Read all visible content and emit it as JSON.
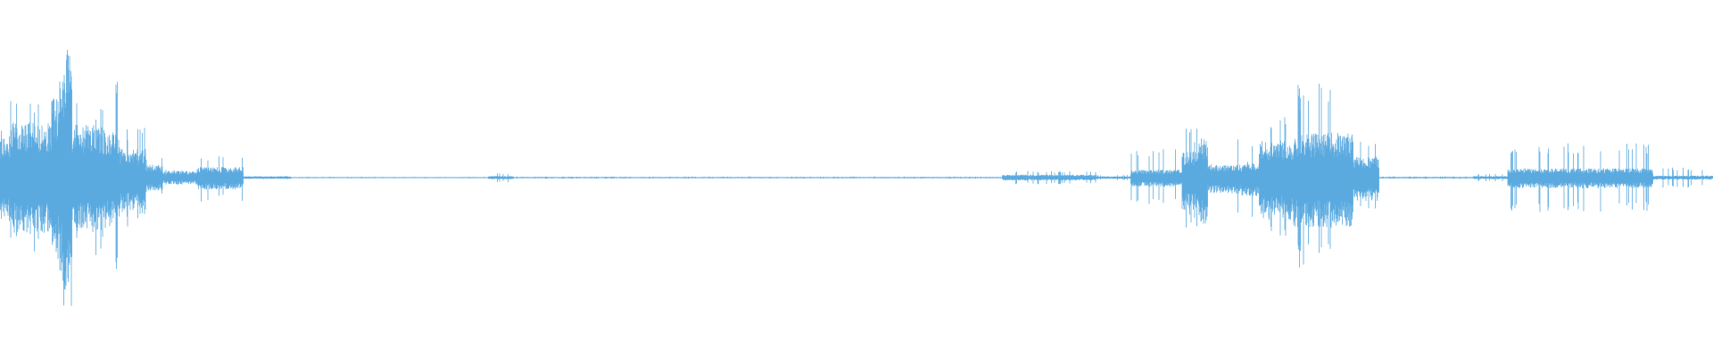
{
  "waveform": {
    "color": "#5aaae0",
    "baseline_color": "#5aaae0",
    "max_amplitude": 1.0,
    "envelope_segments": [
      {
        "from": 0.0,
        "to": 0.006,
        "upper": 0.3,
        "lower": 0.3,
        "spikes": 0.42
      },
      {
        "from": 0.006,
        "to": 0.03,
        "upper": 0.42,
        "lower": 0.42,
        "spikes": 0.58
      },
      {
        "from": 0.03,
        "to": 0.036,
        "upper": 0.62,
        "lower": 0.62,
        "spikes": 0.8
      },
      {
        "from": 0.036,
        "to": 0.042,
        "upper": 0.98,
        "lower": 1.0,
        "spikes": 1.0
      },
      {
        "from": 0.042,
        "to": 0.06,
        "upper": 0.4,
        "lower": 0.42,
        "spikes": 0.6
      },
      {
        "from": 0.06,
        "to": 0.07,
        "upper": 0.36,
        "lower": 0.38,
        "spikes": 0.75
      },
      {
        "from": 0.07,
        "to": 0.085,
        "upper": 0.22,
        "lower": 0.26,
        "spikes": 0.38
      },
      {
        "from": 0.085,
        "to": 0.095,
        "upper": 0.1,
        "lower": 0.1,
        "spikes": 0.15
      },
      {
        "from": 0.095,
        "to": 0.115,
        "upper": 0.05,
        "lower": 0.05,
        "spikes": 0.06
      },
      {
        "from": 0.115,
        "to": 0.142,
        "upper": 0.08,
        "lower": 0.09,
        "spikes": 0.18
      },
      {
        "from": 0.142,
        "to": 0.17,
        "upper": 0.01,
        "lower": 0.01,
        "spikes": 0.012
      },
      {
        "from": 0.17,
        "to": 0.285,
        "upper": 0.004,
        "lower": 0.004,
        "spikes": 0.006
      },
      {
        "from": 0.285,
        "to": 0.3,
        "upper": 0.012,
        "lower": 0.012,
        "spikes": 0.035
      },
      {
        "from": 0.3,
        "to": 0.585,
        "upper": 0.005,
        "lower": 0.005,
        "spikes": 0.008
      },
      {
        "from": 0.585,
        "to": 0.64,
        "upper": 0.022,
        "lower": 0.022,
        "spikes": 0.05
      },
      {
        "from": 0.64,
        "to": 0.66,
        "upper": 0.01,
        "lower": 0.01,
        "spikes": 0.02
      },
      {
        "from": 0.66,
        "to": 0.69,
        "upper": 0.06,
        "lower": 0.07,
        "spikes": 0.22
      },
      {
        "from": 0.69,
        "to": 0.7,
        "upper": 0.2,
        "lower": 0.26,
        "spikes": 0.38
      },
      {
        "from": 0.7,
        "to": 0.705,
        "upper": 0.3,
        "lower": 0.36,
        "spikes": 0.72
      },
      {
        "from": 0.705,
        "to": 0.725,
        "upper": 0.1,
        "lower": 0.12,
        "spikes": 0.3
      },
      {
        "from": 0.725,
        "to": 0.735,
        "upper": 0.12,
        "lower": 0.14,
        "spikes": 0.3
      },
      {
        "from": 0.735,
        "to": 0.755,
        "upper": 0.28,
        "lower": 0.32,
        "spikes": 0.5
      },
      {
        "from": 0.755,
        "to": 0.79,
        "upper": 0.34,
        "lower": 0.38,
        "spikes": 0.72
      },
      {
        "from": 0.79,
        "to": 0.805,
        "upper": 0.16,
        "lower": 0.18,
        "spikes": 0.3
      },
      {
        "from": 0.805,
        "to": 0.86,
        "upper": 0.006,
        "lower": 0.006,
        "spikes": 0.01
      },
      {
        "from": 0.86,
        "to": 0.88,
        "upper": 0.012,
        "lower": 0.012,
        "spikes": 0.03
      },
      {
        "from": 0.88,
        "to": 0.965,
        "upper": 0.07,
        "lower": 0.08,
        "spikes": 0.26
      },
      {
        "from": 0.965,
        "to": 1.0,
        "upper": 0.015,
        "lower": 0.015,
        "spikes": 0.08
      }
    ]
  }
}
